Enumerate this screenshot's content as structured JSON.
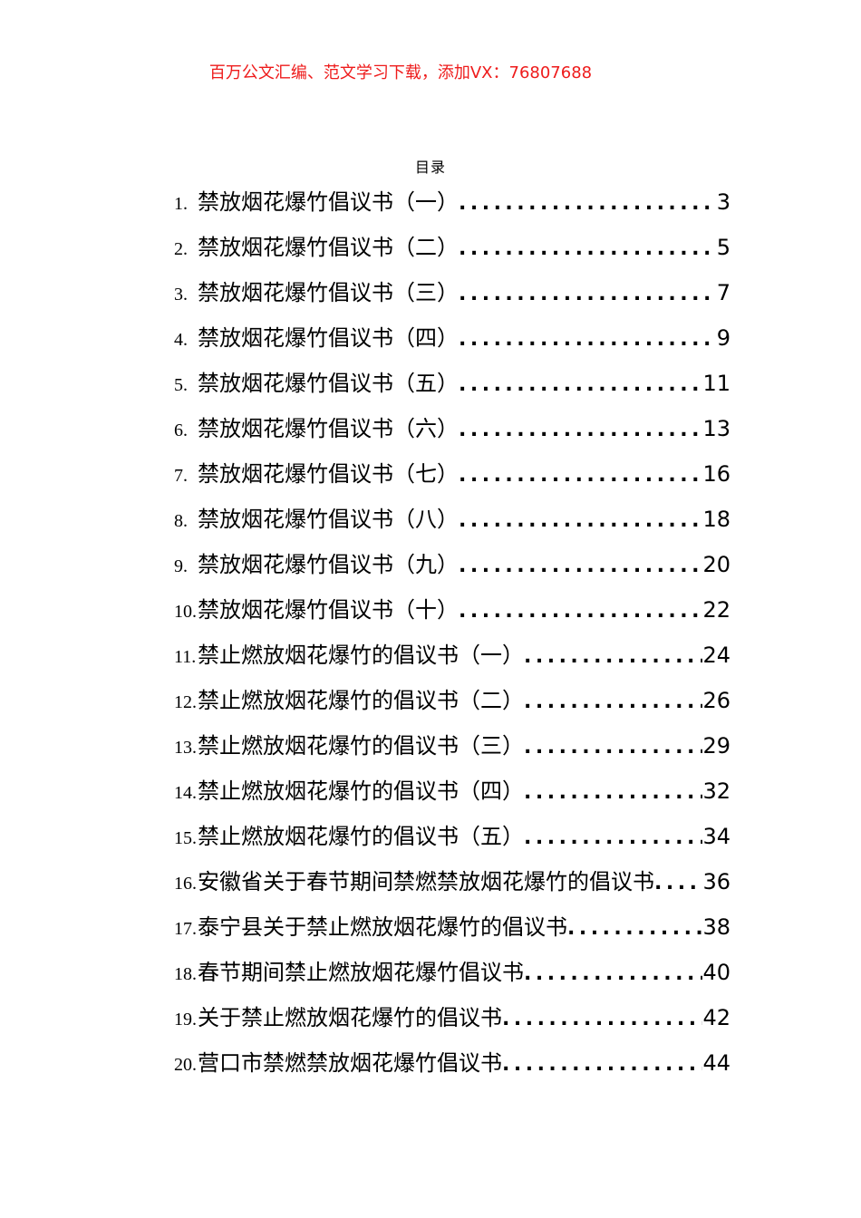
{
  "promo_banner": {
    "text": "百万公文汇编、范文学习下载，添加VX：76807688",
    "color": "#ee1b1b"
  },
  "document": {
    "title": "目录",
    "toc": [
      {
        "num": "1.",
        "title": "禁放烟花爆竹倡议书（一）",
        "page": "3"
      },
      {
        "num": "2.",
        "title": "禁放烟花爆竹倡议书（二）",
        "page": "5"
      },
      {
        "num": "3.",
        "title": "禁放烟花爆竹倡议书（三）",
        "page": "7"
      },
      {
        "num": "4.",
        "title": "禁放烟花爆竹倡议书（四）",
        "page": "9"
      },
      {
        "num": "5.",
        "title": "禁放烟花爆竹倡议书（五）",
        "page": "11"
      },
      {
        "num": "6.",
        "title": "禁放烟花爆竹倡议书（六）",
        "page": "13"
      },
      {
        "num": "7.",
        "title": "禁放烟花爆竹倡议书（七）",
        "page": "16"
      },
      {
        "num": "8.",
        "title": "禁放烟花爆竹倡议书（八）",
        "page": "18"
      },
      {
        "num": "9.",
        "title": "禁放烟花爆竹倡议书（九）",
        "page": "20"
      },
      {
        "num": "10.",
        "title": "禁放烟花爆竹倡议书（十）",
        "page": "22"
      },
      {
        "num": "11.",
        "title": "禁止燃放烟花爆竹的倡议书（一）",
        "page": "24"
      },
      {
        "num": "12.",
        "title": "禁止燃放烟花爆竹的倡议书（二）",
        "page": "26"
      },
      {
        "num": "13.",
        "title": "禁止燃放烟花爆竹的倡议书（三）",
        "page": "29"
      },
      {
        "num": "14.",
        "title": "禁止燃放烟花爆竹的倡议书（四）",
        "page": "32"
      },
      {
        "num": "15.",
        "title": "禁止燃放烟花爆竹的倡议书（五）",
        "page": "34"
      },
      {
        "num": "16.",
        "title": "安徽省关于春节期间禁燃禁放烟花爆竹的倡议书",
        "page": "36"
      },
      {
        "num": "17.",
        "title": "泰宁县关于禁止燃放烟花爆竹的倡议书",
        "page": "38"
      },
      {
        "num": "18.",
        "title": "春节期间禁止燃放烟花爆竹倡议书",
        "page": "40"
      },
      {
        "num": "19.",
        "title": "关于禁止燃放烟花爆竹的倡议书",
        "page": "42"
      },
      {
        "num": "20.",
        "title": "营口市禁燃禁放烟花爆竹倡议书",
        "page": "44"
      }
    ]
  }
}
